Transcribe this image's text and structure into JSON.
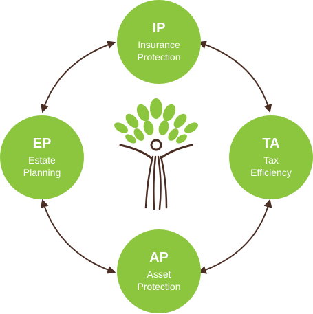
{
  "diagram": {
    "colors": {
      "circle_fill": "#8cc63f",
      "leaf": "#8cc63f",
      "arrow": "#4a2e24",
      "text": "#ffffff"
    },
    "nodes": {
      "ip": {
        "abbr": "IP",
        "line1": "Insurance",
        "line2": "Protection"
      },
      "ep": {
        "abbr": "EP",
        "line1": "Estate",
        "line2": "Planning"
      },
      "ta": {
        "abbr": "TA",
        "line1": "Tax",
        "line2": "Efficiency"
      },
      "ap": {
        "abbr": "AP",
        "line1": "Asset",
        "line2": "Protection"
      }
    },
    "center_icon": "tree-person-icon",
    "connectors": [
      "bidirectional-arrow",
      "bidirectional-arrow",
      "bidirectional-arrow",
      "bidirectional-arrow"
    ]
  }
}
